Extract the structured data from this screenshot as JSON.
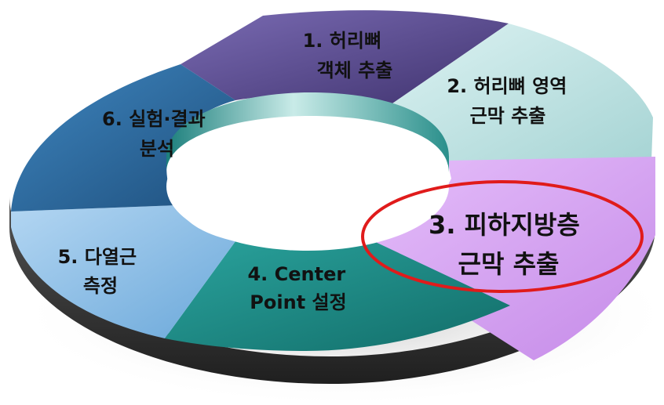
{
  "segments": [
    {
      "id": "step1",
      "line1": "1.  허리뼈",
      "line2": "객체 추출"
    },
    {
      "id": "step2",
      "line1": "2. 허리뼈 영역",
      "line2": "근막 추출"
    },
    {
      "id": "step3",
      "line1": "3. 피하지방층",
      "line2": "근막 추출"
    },
    {
      "id": "step4",
      "line1": "4. Center",
      "line2": "Point 설정"
    },
    {
      "id": "step5",
      "line1": "5. 다열근",
      "line2": "측정"
    },
    {
      "id": "step6",
      "line1": "6. 실험·결과",
      "line2": "분석"
    }
  ],
  "colors": {
    "step1": "#5a4b8f",
    "step2": "#bfe3e3",
    "step3": "#d7a2f3",
    "step4": "#1f8b86",
    "step5": "#7fb8e4",
    "step6": "#2f6fa6",
    "highlight_ring": "#e01b1b",
    "side_shadow": "#3a3a3a"
  },
  "highlighted_step": "step3"
}
